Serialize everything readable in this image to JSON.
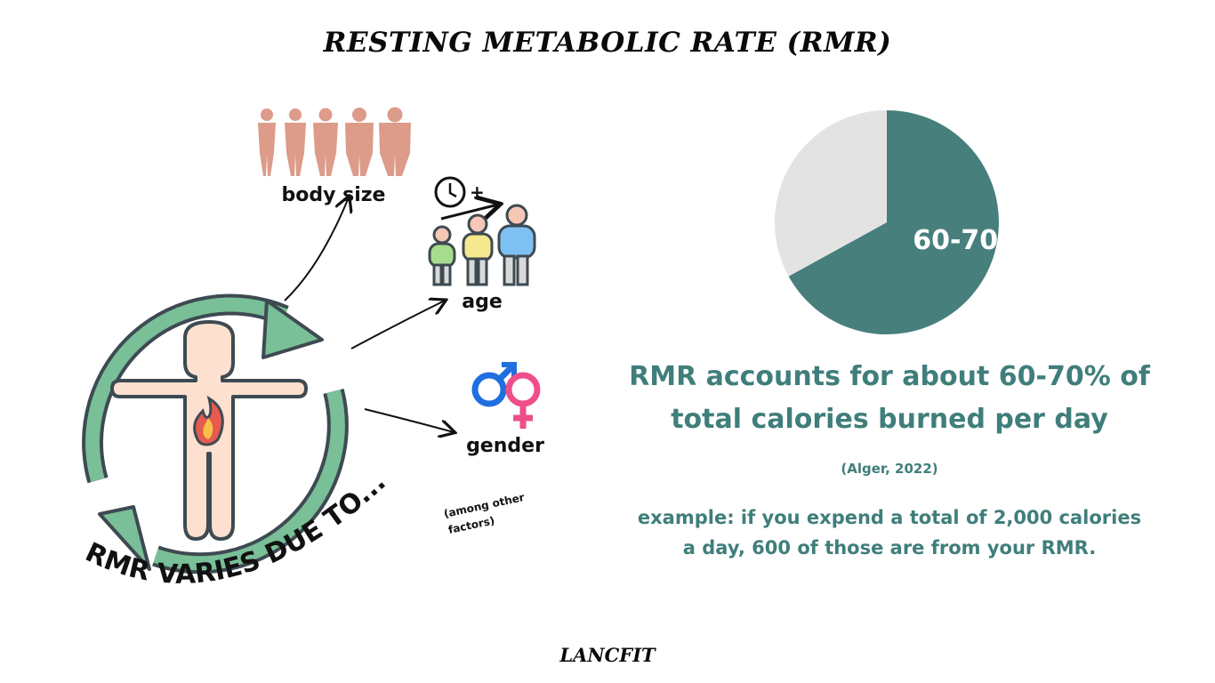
{
  "title": "RESTING METABOLIC RATE (RMR)",
  "footer": "LANCFIT",
  "diagram": {
    "curved_label": "RMR VARIES DUE TO...",
    "note_line1": "(among other",
    "note_line2": "factors)",
    "factors": [
      {
        "label": "body size",
        "icon": "body-silhouettes-icon"
      },
      {
        "label": "age",
        "icon": "people-age-icon"
      },
      {
        "label": "gender",
        "icon": "gender-symbols-icon"
      }
    ],
    "center_icon": "human-body-with-flame-icon",
    "clock_plus": "+"
  },
  "colors": {
    "teal": "#477f7d",
    "teal_text": "#3f7e7b",
    "pie_rest": "#e3e3e3",
    "cycle_arrow": "#79bf97",
    "body_fill": "#fde0cf",
    "silhouette": "#dd9b8a",
    "male_blue": "#1f6fe0",
    "female_pink": "#ee4f8b"
  },
  "chart_data": {
    "type": "pie",
    "slices": [
      {
        "label": "60-70%",
        "value": 67
      },
      {
        "label": "",
        "value": 33
      }
    ]
  },
  "stat_text": "RMR accounts for about 60-70% of total calories burned per day",
  "citation": "(Alger, 2022)",
  "example_text": "example: if you expend a total of 2,000 calories a day, 600 of those are from your RMR."
}
